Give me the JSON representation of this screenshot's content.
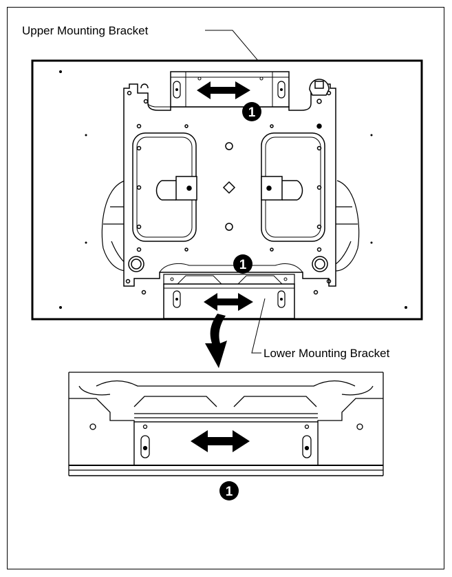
{
  "labels": {
    "upper": "Upper Mounting Bracket",
    "lower": "Lower Mounting Bracket"
  },
  "callout_number": "1",
  "colors": {
    "line": "#000000",
    "background": "#ffffff"
  }
}
